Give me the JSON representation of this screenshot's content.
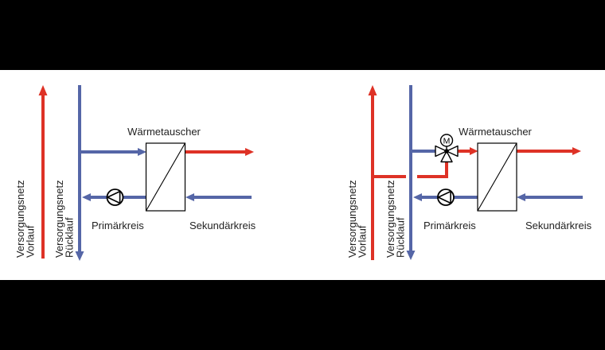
{
  "colors": {
    "supply_red": "#DE3226",
    "return_blue": "#5566A7",
    "outline_black": "#000000",
    "text_color": "#1F1F1F",
    "background": "#FFFFFF",
    "letterbox_bar": "#000000"
  },
  "diagrams": [
    {
      "heat_exchanger_label": "Wärmetauscher",
      "primary_circuit_label": "Primärkreis",
      "secondary_circuit_label": "Sekundärkreis",
      "supply_flow_label_line1": "Versorgungsnetz",
      "supply_flow_label_line2": "Vorlauf",
      "supply_return_label_line1": "Versorgungsnetz",
      "supply_return_label_line2": "Rücklauf"
    },
    {
      "heat_exchanger_label": "Wärmetauscher",
      "primary_circuit_label": "Primärkreis",
      "secondary_circuit_label": "Sekundärkreis",
      "supply_flow_label_line1": "Versorgungsnetz",
      "supply_flow_label_line2": "Vorlauf",
      "supply_return_label_line1": "Versorgungsnetz",
      "supply_return_label_line2": "Rücklauf",
      "valve_motor_label": "M"
    }
  ]
}
